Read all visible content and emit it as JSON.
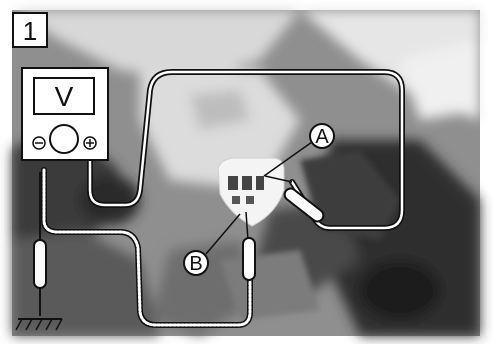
{
  "step_number": "1",
  "meter": {
    "display_label": "V",
    "negative_symbol": "⊖",
    "positive_symbol": "⊕"
  },
  "callouts": {
    "a": "A",
    "b": "B"
  },
  "icons": [
    "multimeter-icon",
    "ground-symbol-icon",
    "test-probe-icon",
    "connector-icon"
  ]
}
